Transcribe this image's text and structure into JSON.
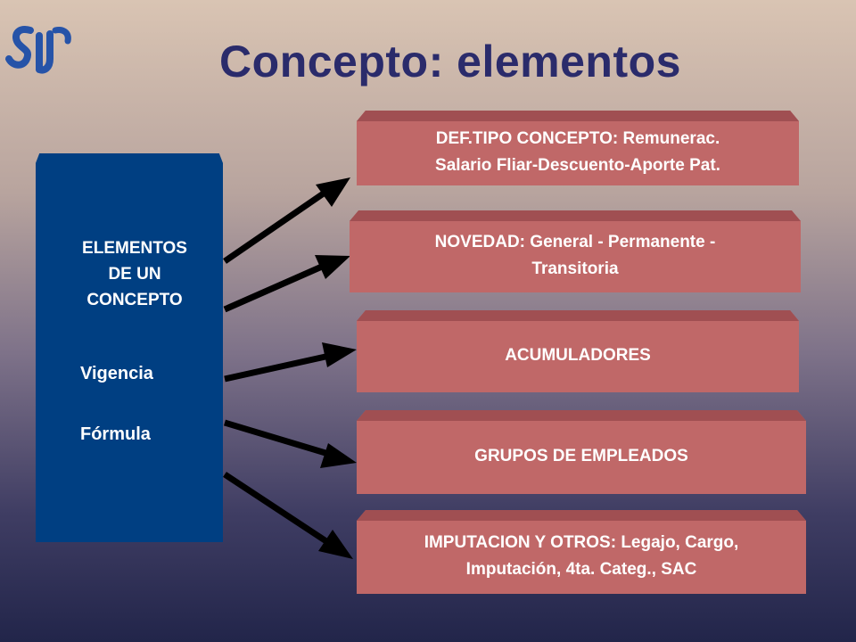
{
  "title": "Concepto: elementos",
  "logo": {
    "text": "SI",
    "color": "#2653a8"
  },
  "left_panel": {
    "heading_lines": [
      "ELEMENTOS",
      "DE UN",
      "CONCEPTO"
    ],
    "items": [
      "Vigencia",
      "Fórmula"
    ],
    "color": "#003f82"
  },
  "boxes": [
    {
      "lines": [
        "DEF.TIPO CONCEPTO: Remunerac.",
        "Salario Fliar-Descuento-Aporte Pat."
      ]
    },
    {
      "lines": [
        "NOVEDAD:  General - Permanente -",
        "Transitoria"
      ]
    },
    {
      "lines": [
        "ACUMULADORES"
      ]
    },
    {
      "lines": [
        "GRUPOS DE EMPLEADOS"
      ]
    },
    {
      "lines": [
        "IMPUTACION Y OTROS: Legajo, Cargo,",
        "Imputación, 4ta. Categ., SAC"
      ]
    }
  ],
  "colors": {
    "title": "#2a2b6b",
    "box": "#c06868",
    "arrow": "#000000"
  }
}
